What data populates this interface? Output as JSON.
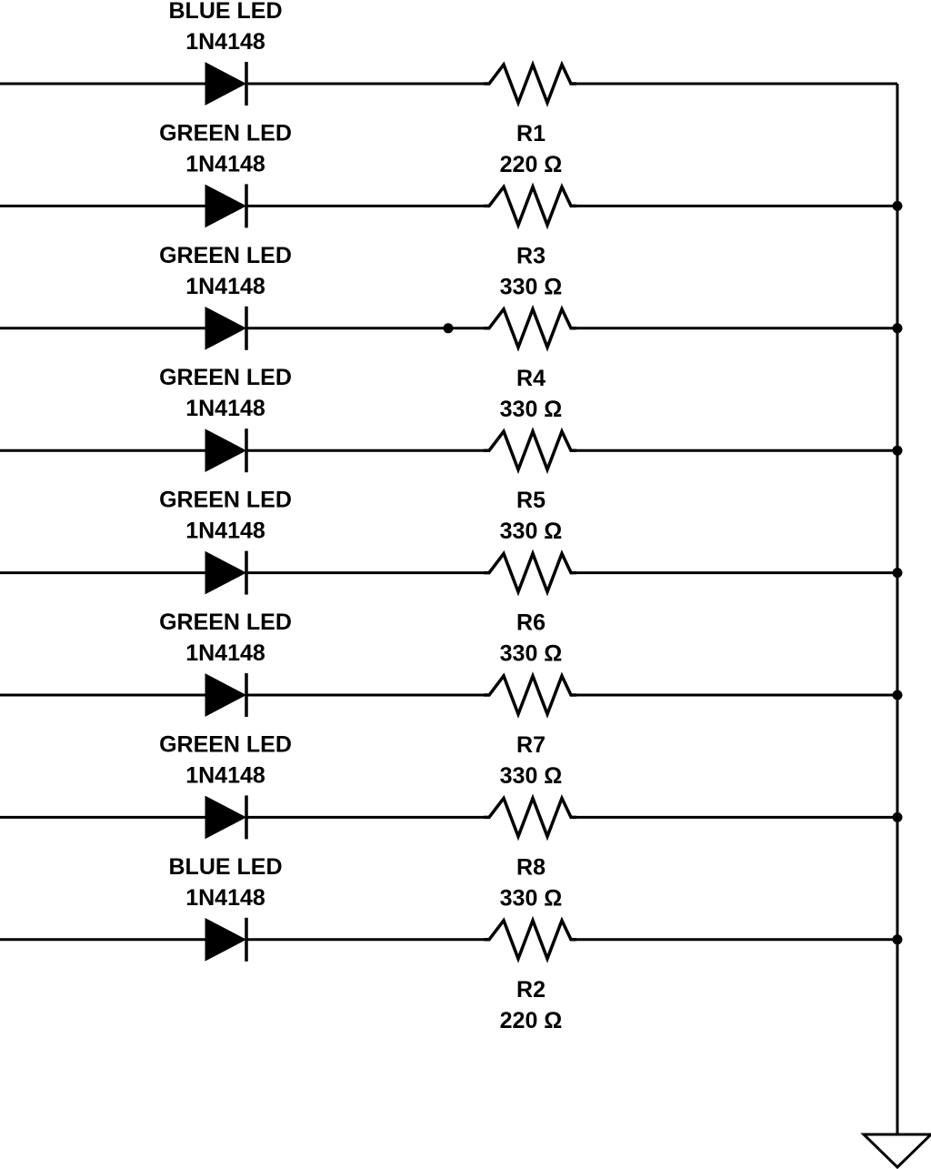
{
  "rows": [
    {
      "led_type": "BLUE LED",
      "led_part": "1N4148",
      "res_name": "R1",
      "res_value": "220 Ω"
    },
    {
      "led_type": "GREEN LED",
      "led_part": "1N4148",
      "res_name": "R3",
      "res_value": "330 Ω"
    },
    {
      "led_type": "GREEN LED",
      "led_part": "1N4148",
      "res_name": "R4",
      "res_value": "330 Ω"
    },
    {
      "led_type": "GREEN LED",
      "led_part": "1N4148",
      "res_name": "R5",
      "res_value": "330 Ω"
    },
    {
      "led_type": "GREEN LED",
      "led_part": "1N4148",
      "res_name": "R6",
      "res_value": "330 Ω"
    },
    {
      "led_type": "GREEN LED",
      "led_part": "1N4148",
      "res_name": "R7",
      "res_value": "330 Ω"
    },
    {
      "led_type": "GREEN LED",
      "led_part": "1N4148",
      "res_name": "R8",
      "res_value": "330 Ω"
    },
    {
      "led_type": "BLUE LED",
      "led_part": "1N4148",
      "res_name": "R2",
      "res_value": "220 Ω"
    }
  ]
}
